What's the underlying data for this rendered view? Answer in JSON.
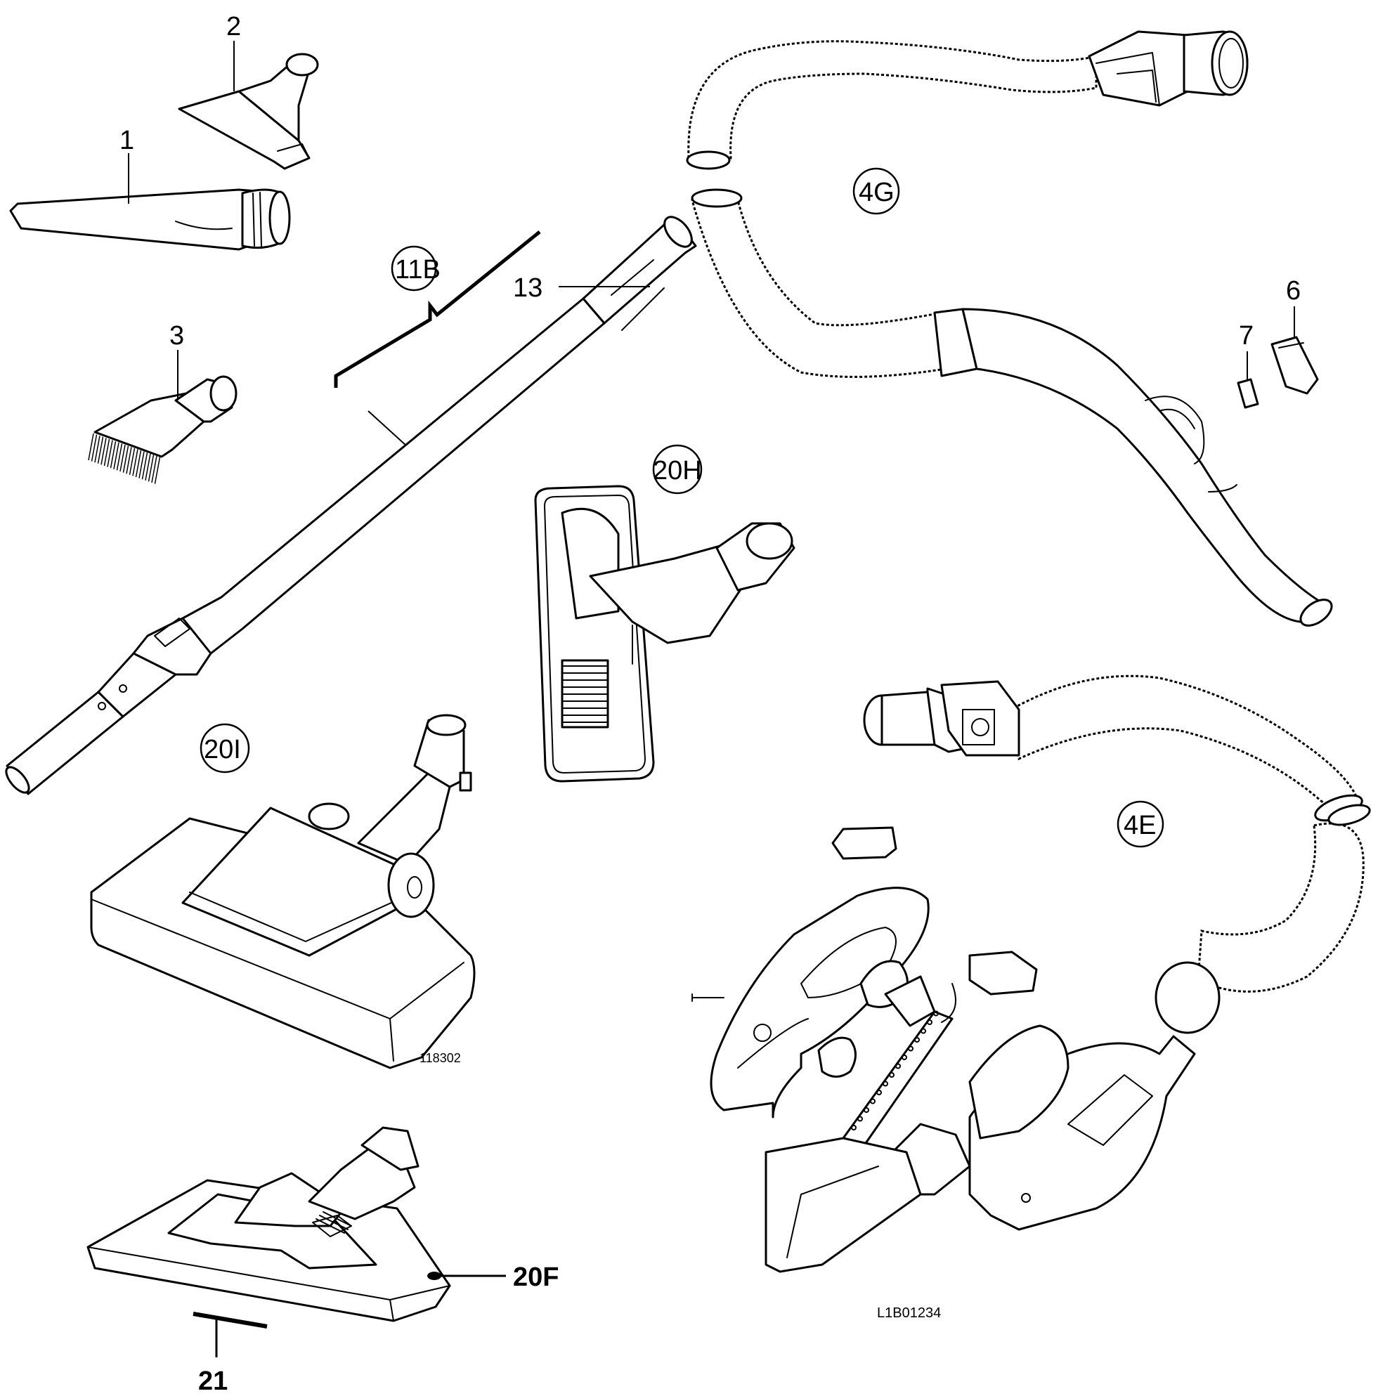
{
  "labels": {
    "crevice_tool": "1",
    "upholstery_nozzle": "2",
    "dusting_brush": "3",
    "hose_4g": "4G",
    "hose_4e": "4E",
    "part_6": "6",
    "part_7": "7",
    "tube_group": "11B",
    "tube_13": "13",
    "nozzle_20h": "20H",
    "nozzle_20i": "20I",
    "nozzle_20f": "20F",
    "strip_21": "21"
  },
  "codes": {
    "nozzle_ref": "118302",
    "drawing_ref": "L1B01234"
  }
}
